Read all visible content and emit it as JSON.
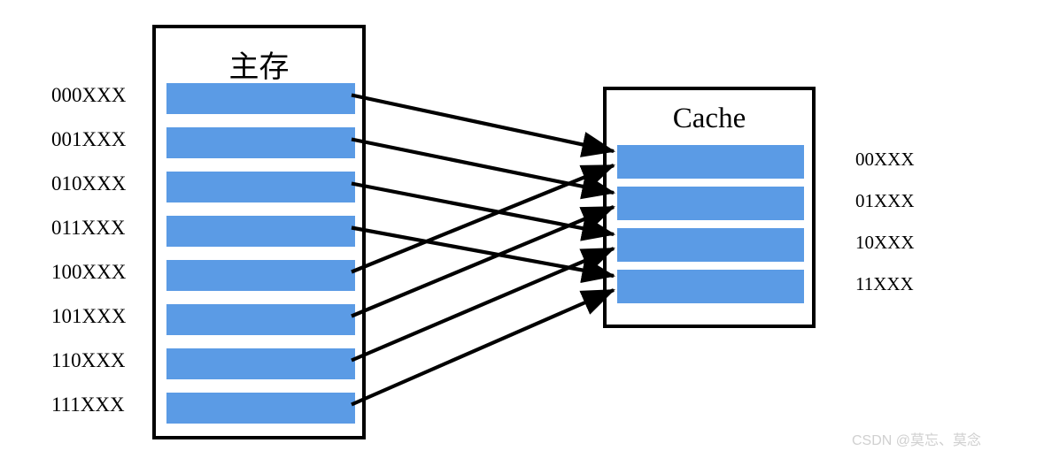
{
  "diagram": {
    "title_main_memory": "主存",
    "title_cache": "Cache",
    "mapping_type": "direct-mapped",
    "blue_block_color": "#5B9BE5",
    "line_color": "#000000"
  },
  "main_memory": {
    "label": "主存",
    "block_count": 8,
    "blocks": [
      {
        "index": 0,
        "address_label": "000XXX",
        "maps_to_cache_block": 0
      },
      {
        "index": 1,
        "address_label": "001XXX",
        "maps_to_cache_block": 1
      },
      {
        "index": 2,
        "address_label": "010XXX",
        "maps_to_cache_block": 2
      },
      {
        "index": 3,
        "address_label": "011XXX",
        "maps_to_cache_block": 3
      },
      {
        "index": 4,
        "address_label": "100XXX",
        "maps_to_cache_block": 0
      },
      {
        "index": 5,
        "address_label": "101XXX",
        "maps_to_cache_block": 1
      },
      {
        "index": 6,
        "address_label": "110XXX",
        "maps_to_cache_block": 2
      },
      {
        "index": 7,
        "address_label": "111XXX",
        "maps_to_cache_block": 3
      }
    ]
  },
  "cache": {
    "label": "Cache",
    "block_count": 4,
    "blocks": [
      {
        "index": 0,
        "address_label": "00XXX"
      },
      {
        "index": 1,
        "address_label": "01XXX"
      },
      {
        "index": 2,
        "address_label": "10XXX"
      },
      {
        "index": 3,
        "address_label": "11XXX"
      }
    ]
  },
  "watermark": {
    "text": "CSDN @莫忘、莫念"
  }
}
